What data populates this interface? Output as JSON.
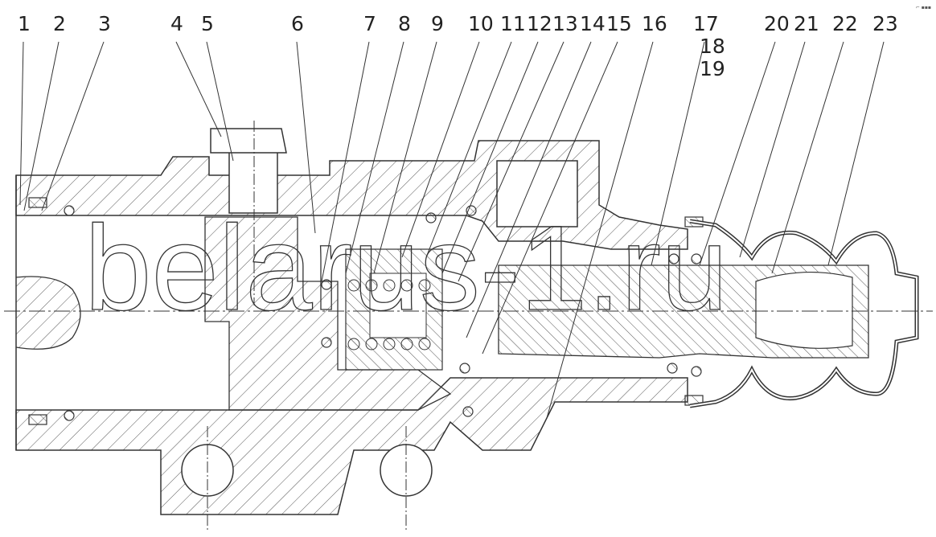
{
  "title": "Brake master cylinder cross-section",
  "callouts": [
    "1",
    "2",
    "3",
    "4",
    "5",
    "6",
    "7",
    "8",
    "9",
    "10",
    "11",
    "12",
    "13",
    "14",
    "15",
    "16",
    "17",
    "18",
    "19",
    "20",
    "21",
    "22",
    "23"
  ],
  "watermark": "belarus-1.ru",
  "colors": {
    "line": "#333333",
    "hatch": "#555555",
    "background": "#ffffff"
  }
}
